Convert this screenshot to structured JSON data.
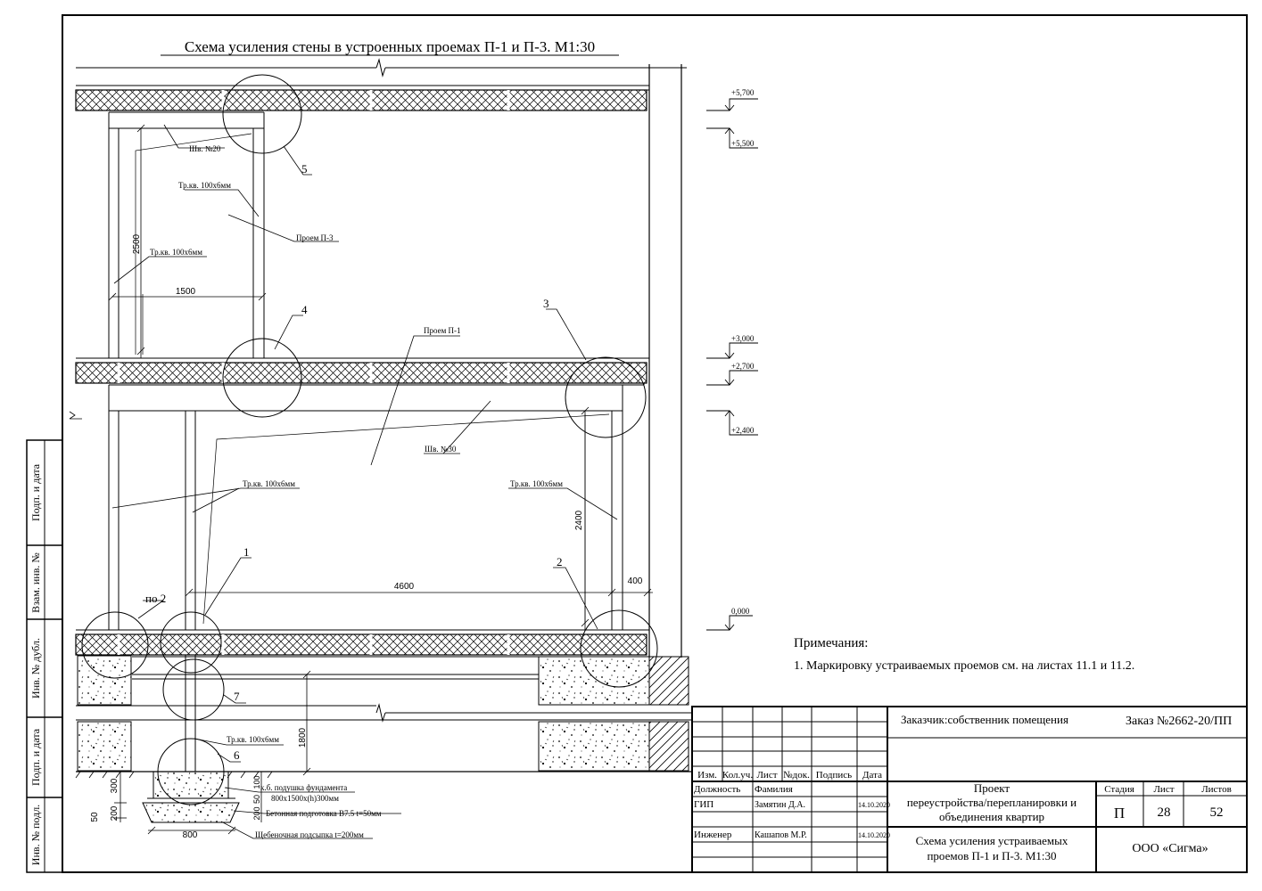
{
  "drawing": {
    "title": "Схема усиления стены в устроенных проемах П-1 и П-3. М1:30",
    "levels": [
      "+5,700",
      "+5,500",
      "+3,000",
      "+2,700",
      "+2,400",
      "0,000"
    ],
    "labels": {
      "shv20": "Шв. №20",
      "shv30": "Шв. №30",
      "trkv1": "Тр.кв. 100х6мм",
      "trkv2": "Тр.кв. 100х6мм",
      "trkv3": "Тр.кв. 100х6мм",
      "trkv4": "Тр.кв. 100х6мм",
      "trkv5": "Тр.кв. 100х6мм",
      "proem_p3": "Проем П-3",
      "proem_p1": "Проем П-1",
      "po2": "по 2",
      "fp1": "к.б. подушка фундамента",
      "fp2": "800х1500х(h)300мм",
      "beton": "Бетонная подготовка В7.5 t=50мм",
      "scheb": "Щебеночная подсыпка t=200мм"
    },
    "dims": {
      "d2500": "2500",
      "d1500": "1500",
      "d4600": "4600",
      "d400": "400",
      "d2400": "2400",
      "d1800": "1800",
      "d800": "800",
      "d50": "50",
      "d200": "200",
      "d300": "300",
      "d100": "100",
      "d50b": "50",
      "d200b": "200"
    },
    "callouts": [
      "1",
      "2",
      "3",
      "4",
      "5",
      "6",
      "7"
    ]
  },
  "notes": {
    "heading": "Примечания:",
    "item1": "1. Маркировку устраиваемых проемов см. на листах 11.1 и 11.2."
  },
  "side_stamp": [
    "Подп. и дата",
    "Взам. инв. №",
    "Инв. № дубл.",
    "Подп. и дата",
    "Инв. № подл."
  ],
  "title_block": {
    "customer": "Заказчик:собственник помещения",
    "order": "Заказ №2662-20/ПП",
    "col_headers": [
      "Изм.",
      "Кол.уч.",
      "Лист",
      "№док.",
      "Подпись",
      "Дата"
    ],
    "role_header": "Должность",
    "name_header": "Фамилия",
    "rows": [
      {
        "role": "ГИП",
        "name": "Замятин Д.А.",
        "date": "14.10.2020"
      },
      {
        "role": "Инженер",
        "name": "Кашапов М.Р.",
        "date": "14.10.2020"
      }
    ],
    "project": [
      "Проект",
      "переустройства/перепланировки и",
      "объединения квартир"
    ],
    "sheet_title": [
      "Схема усиления устраиваемых",
      "проемов П-1 и П-3. М1:30"
    ],
    "stage_label": "Стадия",
    "sheet_label": "Лист",
    "sheets_label": "Листов",
    "stage": "П",
    "sheet": "28",
    "sheets": "52",
    "company": "ООО «Сигма»"
  }
}
